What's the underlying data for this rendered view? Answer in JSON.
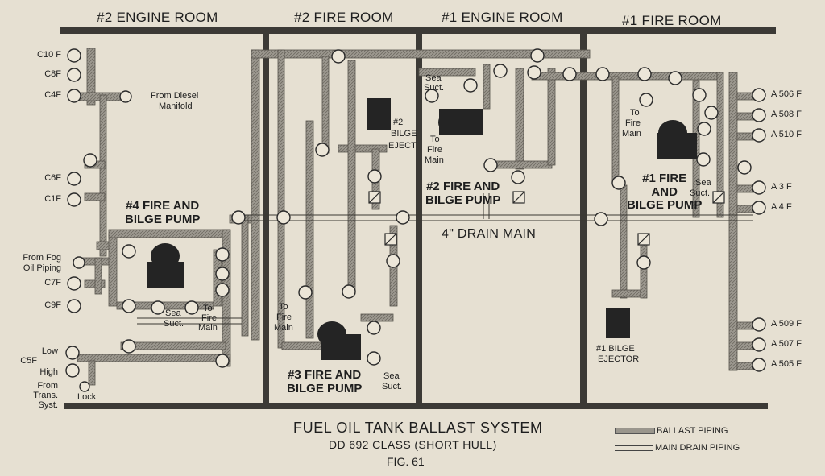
{
  "rooms": {
    "engine2": "#2 ENGINE ROOM",
    "fire2": "#2 FIRE ROOM",
    "engine1": "#1 ENGINE ROOM",
    "fire1": "#1 FIRE ROOM"
  },
  "tanks_left": {
    "c10f": "C10 F",
    "c8f": "C8F",
    "c4f": "C4F",
    "c6f": "C6F",
    "c1f": "C1F",
    "c7f": "C7F",
    "c9f": "C9F",
    "c5f": "C5F"
  },
  "tanks_right": {
    "a506f": "A 506 F",
    "a508f": "A 508 F",
    "a510f": "A 510 F",
    "a3f": "A 3 F",
    "a4f": "A 4 F",
    "a509f": "A 509 F",
    "a507f": "A 507 F",
    "a505f": "A 505 F"
  },
  "labels": {
    "from_diesel": "From Diesel",
    "manifold": "Manifold",
    "from_fog": "From Fog",
    "oil_piping": "Oil Piping",
    "low": "Low",
    "high": "High",
    "from": "From",
    "trans": "Trans.",
    "syst": "Syst.",
    "lock": "Lock",
    "bilge_eject_num": "#2",
    "bilge_eject_1": "BILGE",
    "bilge_eject_2": "EJECT",
    "sea_suct_e1_1": "Sea",
    "sea_suct_e1_2": "Suct.",
    "to_fire_main_e1_1": "To",
    "to_fire_main_e1_2": "Fire",
    "to_fire_main_e1_3": "Main",
    "sea_4": "Sea",
    "suct_4": "Suct.",
    "to_fire_main_4_1": "To",
    "to_fire_main_4_2": "Fire",
    "to_fire_main_4_3": "Main",
    "to_fire_main_3_1": "To",
    "to_fire_main_3_2": "Fire",
    "to_fire_main_3_3": "Main",
    "sea_3": "Sea",
    "suct_3": "Suct.",
    "to_fire_main_f1_1": "To",
    "to_fire_main_f1_2": "Fire",
    "to_fire_main_f1_3": "Main",
    "sea_f1": "Sea",
    "suct_f1": "Suct.",
    "bilge_ejector_1": "#1 BILGE",
    "bilge_ejector_2": "EJECTOR",
    "drain_main": "4\" DRAIN MAIN"
  },
  "pumps": {
    "p4_1": "#4 FIRE AND",
    "p4_2": "BILGE PUMP",
    "p2_1": "#2 FIRE AND",
    "p2_2": "BILGE PUMP",
    "p3_1": "#3 FIRE AND",
    "p3_2": "BILGE PUMP",
    "p1_1": "#1 FIRE",
    "p1_2": "AND",
    "p1_3": "BILGE PUMP"
  },
  "caption": {
    "title": "FUEL OIL TANK BALLAST SYSTEM",
    "subtitle": "DD 692 CLASS (SHORT HULL)",
    "fig": "FIG. 61"
  },
  "legend": {
    "ballast": "BALLAST PIPING",
    "drain": "MAIN DRAIN PIPING"
  },
  "colors": {
    "paper": "#e6e0d2",
    "pipe": "#9a968d",
    "bulkhead": "#3c3a36",
    "ink": "#1e1e1e"
  }
}
